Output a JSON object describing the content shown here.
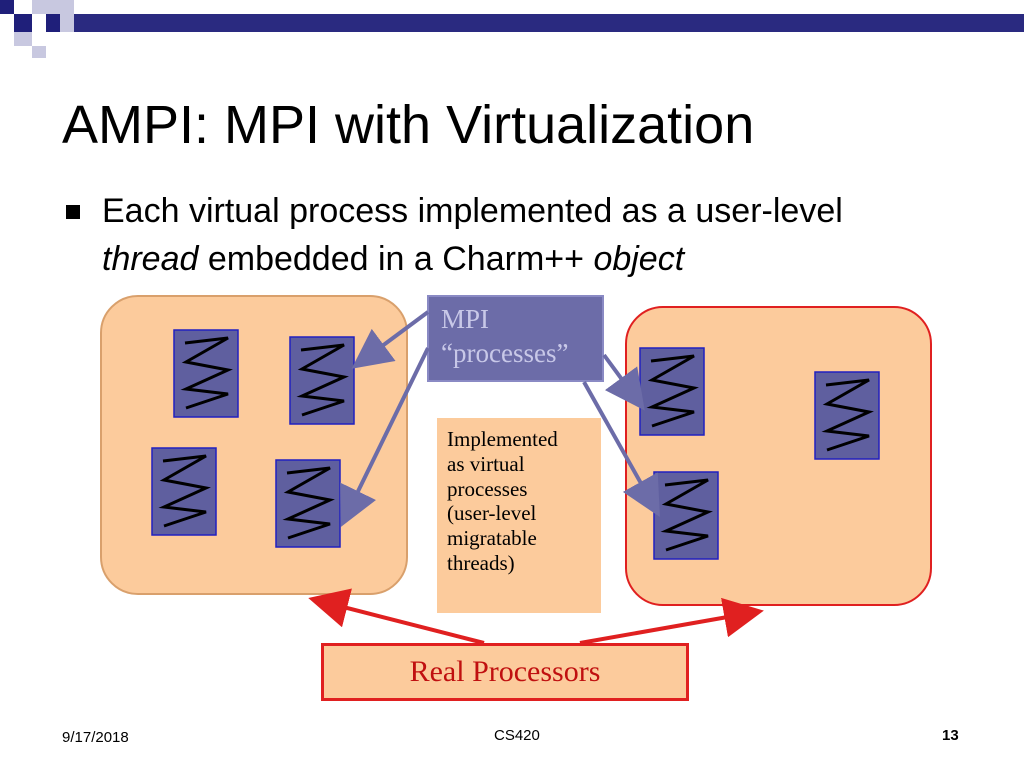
{
  "slide": {
    "title": "AMPI: MPI with Virtualization",
    "bullet": {
      "part1": "Each virtual process implemented as a user-level ",
      "part2": "thread",
      "part3": " embedded in a Charm++ ",
      "part4": "object"
    }
  },
  "diagram": {
    "mpi_label": {
      "line1": "MPI",
      "line2": "“processes”"
    },
    "implemented_label": {
      "line1": "Implemented",
      "line2": "as virtual",
      "line3": "processes",
      "line4": "(user-level",
      "line5": "migratable",
      "line6": "threads)"
    },
    "real_processors_label": "Real Processors",
    "thread_count_left": 4,
    "thread_count_right": 3
  },
  "footer": {
    "date": "9/17/2018",
    "course": "CS420",
    "page": "13"
  },
  "colors": {
    "processor_fill": "#fccb9c",
    "thread_fill": "#5f5f9f",
    "arrow": "#6c6ca8",
    "red_accent": "#e02020"
  }
}
